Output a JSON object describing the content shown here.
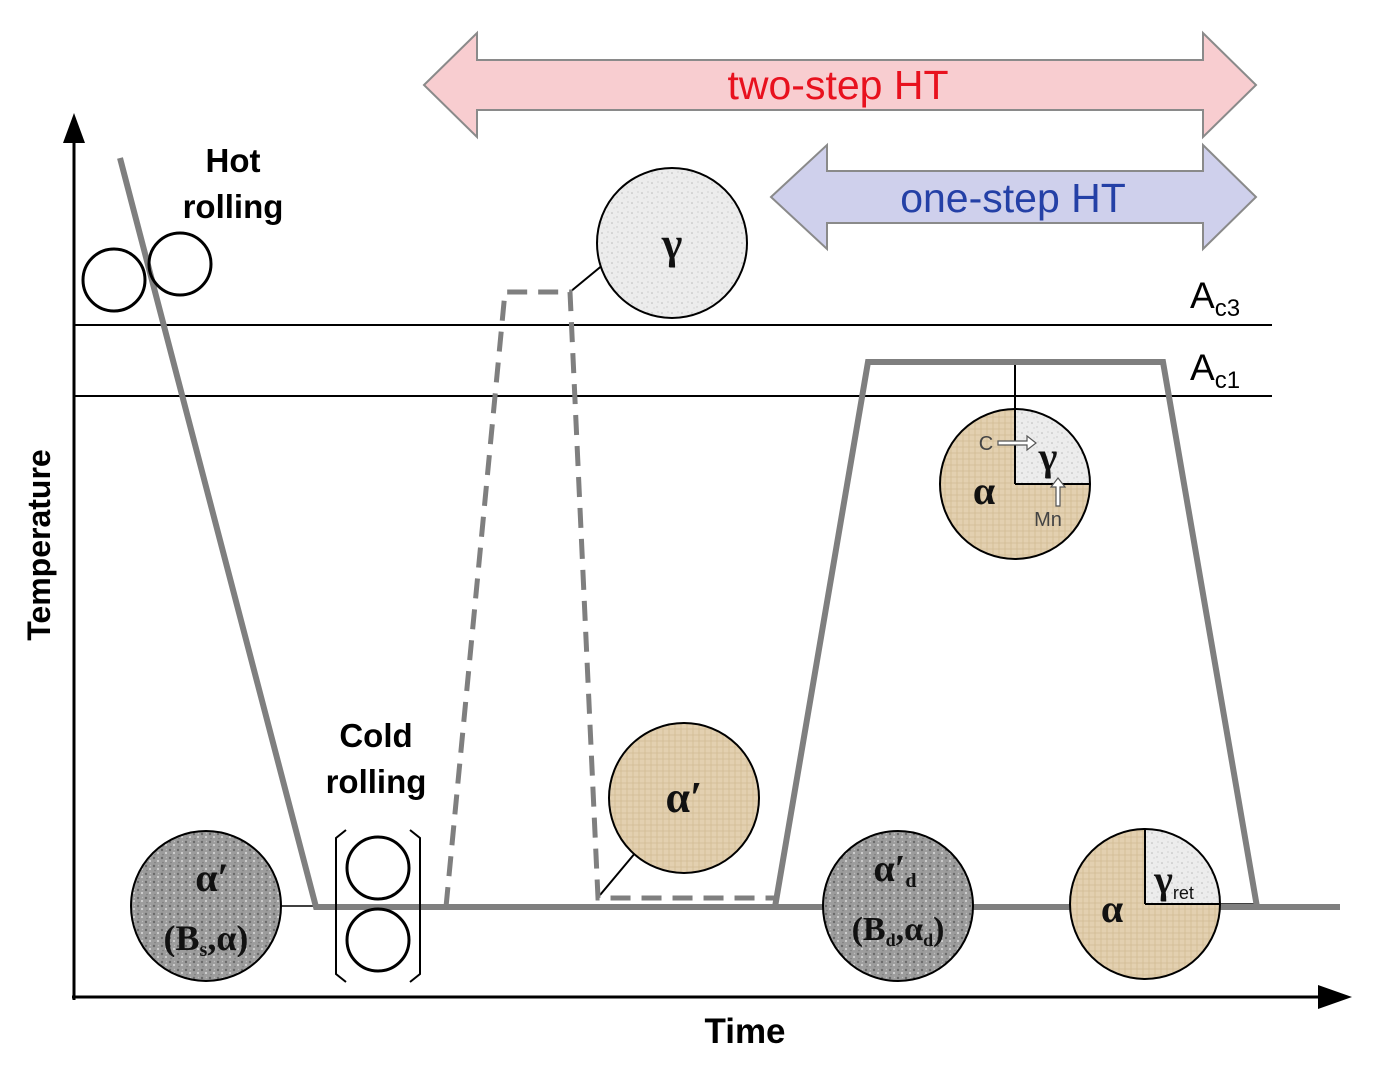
{
  "axes": {
    "x_label": "Time",
    "y_label": "Temperature"
  },
  "arrows": {
    "two_step": "two-step HT",
    "one_step": "one-step HT"
  },
  "lines": {
    "ac3_main": "A",
    "ac3_sub": "c3",
    "ac1_main": "A",
    "ac1_sub": "c1"
  },
  "process": {
    "hot_rolling_1": "Hot",
    "hot_rolling_2": "rolling",
    "cold_rolling_1": "Cold",
    "cold_rolling_2": "rolling"
  },
  "micro": {
    "gamma": "γ",
    "alpha_prime": "α′",
    "initial_1": "α′",
    "initial_2a": "(B",
    "initial_2b": "s",
    "initial_2c": ",α)",
    "deformed_1a": "α′",
    "deformed_1b": "d",
    "deformed_2a": "(B",
    "deformed_2b": "d",
    "deformed_2c": ",α",
    "deformed_2d": "d",
    "deformed_2e": ")",
    "ic_alpha": "α",
    "ic_gamma": "γ",
    "ic_c": "C",
    "ic_mn": "Mn",
    "final_alpha": "α",
    "final_gamma": "γ",
    "final_ret": "ret"
  },
  "colors": {
    "two_step_fill": "#f8cdd0",
    "two_step_text": "#e8111e",
    "one_step_fill": "#cfd0ec",
    "one_step_text": "#2440a6",
    "path_gray": "#7f7f7f",
    "tan": "#e3d0b0",
    "light_gray": "#ececec",
    "dark_gray": "#8c8c8c"
  }
}
